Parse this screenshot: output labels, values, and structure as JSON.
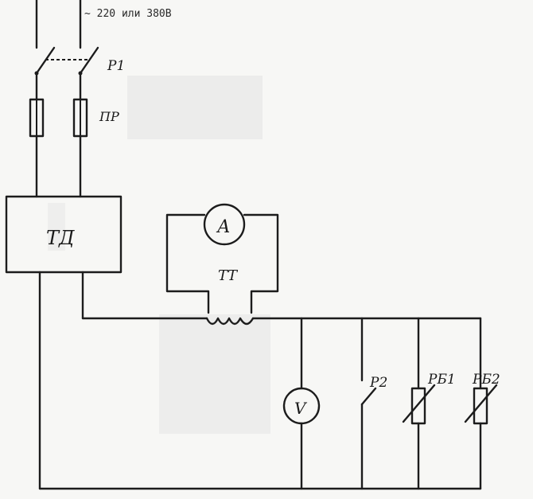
{
  "supply_label": "~ 220 или 380В",
  "labels": {
    "switch_p1": "Р1",
    "fuses": "ПР",
    "welding_transformer": "ТД",
    "ammeter": "А",
    "current_transformer": "ТТ",
    "voltmeter": "V",
    "switch_p2": "Р2",
    "ballast_rb1": "РБ1",
    "ballast_rb2": "РБ2"
  },
  "colors": {
    "ink": "#1c1c1c",
    "paper": "#f7f7f5"
  }
}
